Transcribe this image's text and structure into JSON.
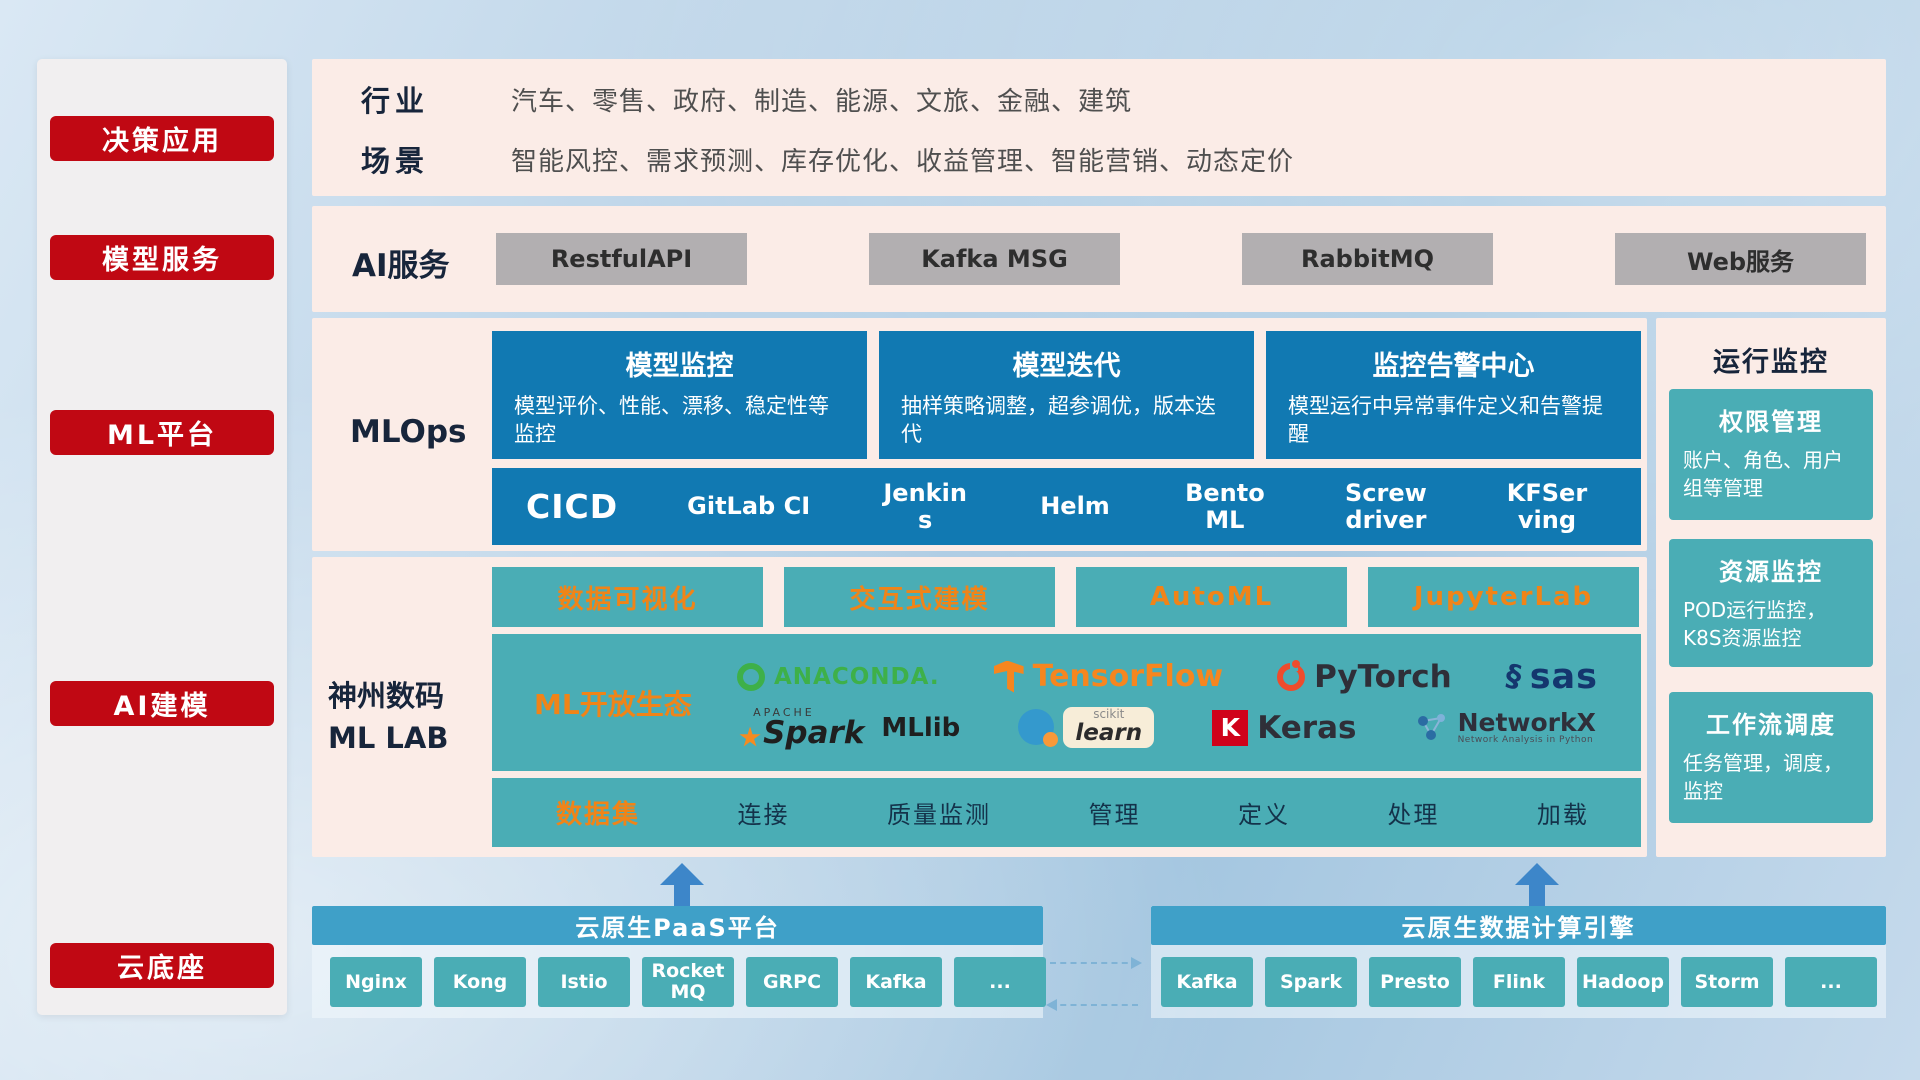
{
  "palette": {
    "red": "#c00813",
    "deep_blue": "#1179b2",
    "teal": "#4aadb5",
    "orange": "#f08418",
    "bar_blue": "#3fa0c8",
    "band_pink": "#fbece7",
    "gray_button": "#b2afb1"
  },
  "sidebar": {
    "items": [
      {
        "label": "决策应用"
      },
      {
        "label": "模型服务"
      },
      {
        "label": "ML平台"
      },
      {
        "label": "AI建模"
      },
      {
        "label": "云底座"
      }
    ]
  },
  "industry": {
    "rows": [
      {
        "label": "行业",
        "text": "汽车、零售、政府、制造、能源、文旅、金融、建筑"
      },
      {
        "label": "场景",
        "text": "智能风控、需求预测、库存优化、收益管理、智能营销、动态定价"
      }
    ]
  },
  "ai_service": {
    "label": "AI服务",
    "buttons": [
      {
        "label": "RestfulAPI"
      },
      {
        "label": "Kafka MSG"
      },
      {
        "label": "RabbitMQ"
      },
      {
        "label": "Web服务"
      }
    ]
  },
  "mlops": {
    "label": "MLOps",
    "cards": [
      {
        "title": "模型监控",
        "desc": "模型评价、性能、漂移、稳定性等监控"
      },
      {
        "title": "模型迭代",
        "desc": "抽样策略调整，超参调优，版本迭代"
      },
      {
        "title": "监控告警中心",
        "desc": "模型运行中异常事件定义和告警提醒"
      }
    ],
    "cicd": {
      "title": "CICD",
      "items": [
        {
          "label": "GitLab CI"
        },
        {
          "label": "Jenkins"
        },
        {
          "label": "Helm"
        },
        {
          "label": "BentoML"
        },
        {
          "label": "Screwdriver"
        },
        {
          "label": "KFServing"
        }
      ]
    }
  },
  "mllab": {
    "label_line1": "神州数码",
    "label_line2": "ML LAB",
    "tools": [
      {
        "label": "数据可视化"
      },
      {
        "label": "交互式建模"
      },
      {
        "label": "AutoML"
      },
      {
        "label": "JupyterLab"
      }
    ],
    "eco": {
      "label": "ML开放生态",
      "anaconda": "ANACONDA.",
      "tensorflow": "TensorFlow",
      "pytorch": "PyTorch",
      "sas": "sas",
      "sas_mark": "§",
      "spark_super": "APACHE",
      "spark": "Spark",
      "mllib": "MLlib",
      "sklearn_super": "scikit",
      "sklearn": "learn",
      "keras_mark": "K",
      "keras": "Keras",
      "networkx": "NetworkX",
      "networkx_caption": "Network Analysis in Python"
    },
    "dataset": {
      "label": "数据集",
      "items": [
        {
          "label": "连接"
        },
        {
          "label": "质量监测"
        },
        {
          "label": "管理"
        },
        {
          "label": "定义"
        },
        {
          "label": "处理"
        },
        {
          "label": "加载"
        }
      ]
    }
  },
  "monitor": {
    "title": "运行监控",
    "cards": [
      {
        "title": "权限管理",
        "desc": "账户、角色、用户组等管理"
      },
      {
        "title": "资源监控",
        "desc": "POD运行监控，K8S资源监控"
      },
      {
        "title": "工作流调度",
        "desc": "任务管理，调度，监控"
      }
    ]
  },
  "bottom": {
    "paas": {
      "title": "云原生PaaS平台",
      "items": [
        {
          "label": "Nginx"
        },
        {
          "label": "Kong"
        },
        {
          "label": "Istio"
        },
        {
          "label": "RocketMQ"
        },
        {
          "label": "GRPC"
        },
        {
          "label": "Kafka"
        },
        {
          "label": "..."
        }
      ]
    },
    "engine": {
      "title": "云原生数据计算引擎",
      "items": [
        {
          "label": "Kafka"
        },
        {
          "label": "Spark"
        },
        {
          "label": "Presto"
        },
        {
          "label": "Flink"
        },
        {
          "label": "Hadoop"
        },
        {
          "label": "Storm"
        },
        {
          "label": "..."
        }
      ]
    }
  }
}
